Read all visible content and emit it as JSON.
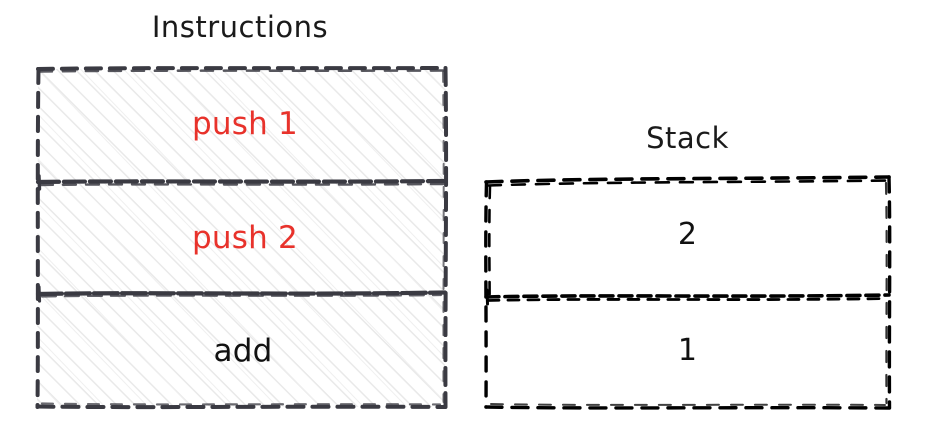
{
  "diagram": {
    "background_color": "#ffffff",
    "panels": [
      {
        "id": "instructions",
        "title": "Instructions",
        "fill_style": "hachure",
        "fill_color": "#e9e9e9",
        "stroke_color": "#3a3a42",
        "stroke_style": "dashed",
        "rows": [
          {
            "label": "push 1",
            "color": "#e8322b",
            "highlighted": true
          },
          {
            "label": "push 2",
            "color": "#e8322b",
            "highlighted": true
          },
          {
            "label": "add",
            "color": "#111111",
            "highlighted": false
          }
        ]
      },
      {
        "id": "stack",
        "title": "Stack",
        "fill_style": "none",
        "fill_color": "#ffffff",
        "stroke_color": "#000000",
        "stroke_style": "dashed",
        "rows": [
          {
            "label": "2",
            "color": "#111111",
            "highlighted": false
          },
          {
            "label": "1",
            "color": "#111111",
            "highlighted": false
          }
        ]
      }
    ],
    "colors": {
      "accent_red": "#e8322b",
      "ink_dark": "#3a3a42",
      "ink_black": "#000000",
      "hatch_gray": "#e9e9e9"
    }
  }
}
